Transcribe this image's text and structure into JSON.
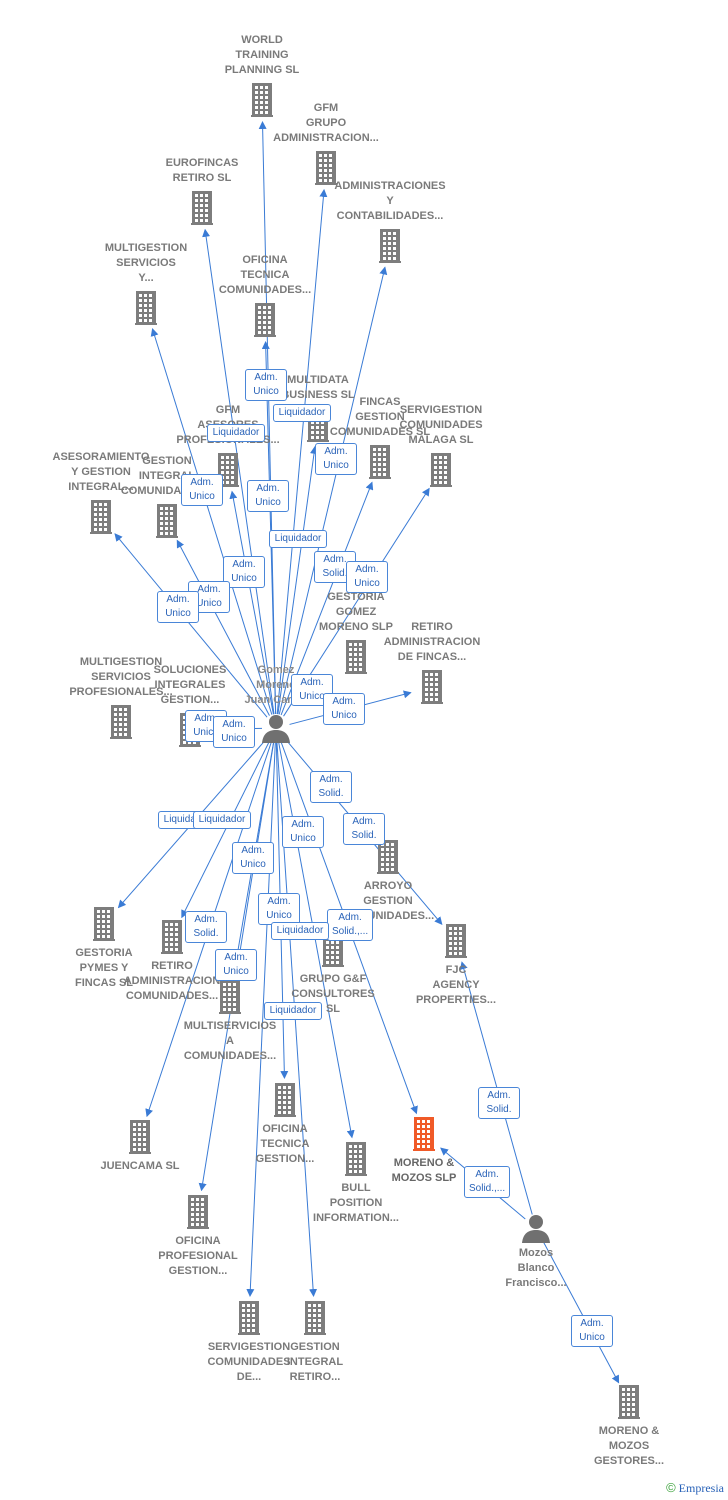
{
  "colors": {
    "edge": "#3a7bd5",
    "building": "#7d7d7d",
    "highlight": "#f05a28",
    "person": "#707070"
  },
  "footer": {
    "copyright": "©",
    "brand": "Empresia"
  },
  "nodes": [
    {
      "id": "world",
      "label": "WORLD\nTRAINING\nPLANNING SL",
      "icon": "building-icon"
    },
    {
      "id": "gfm_grupo",
      "label": "GFM\nGRUPO\nADMINISTRACION...",
      "icon": "building-icon"
    },
    {
      "id": "eurofincas",
      "label": "EUROFINCAS\nRETIRO SL",
      "icon": "building-icon"
    },
    {
      "id": "admin_cont",
      "label": "ADMINISTRACIONES\nY\nCONTABILIDADES...",
      "icon": "building-icon"
    },
    {
      "id": "multig_serv",
      "label": "MULTIGESTION\nSERVICIOS\nY...",
      "icon": "building-icon"
    },
    {
      "id": "oficina_tec_top",
      "label": "OFICINA\nTECNICA\nCOMUNIDADES...",
      "icon": "building-icon"
    },
    {
      "id": "multidata",
      "label": "MULTIDATA\nBUSINESS SL",
      "icon": "building-icon"
    },
    {
      "id": "gfm_asesores",
      "label": "GFM\nASESORES\nPROFESIONALES...",
      "icon": "building-icon"
    },
    {
      "id": "fincas_gestion",
      "label": "FINCAS\nGESTION\nCOMUNIDADES SL",
      "icon": "building-icon"
    },
    {
      "id": "servig_malaga",
      "label": "SERVIGESTION\nCOMUNIDADES\nMALAGA SL",
      "icon": "building-icon"
    },
    {
      "id": "asesoramiento",
      "label": "ASESORAMIENTO\nY GESTION\nINTEGRAL...",
      "icon": "building-icon"
    },
    {
      "id": "gestion_integral_top",
      "label": "GESTION\nINTEGRAL\nCOMUNIDADES...",
      "icon": "building-icon"
    },
    {
      "id": "gestoria_gomez",
      "label": "GESTORIA\nGOMEZ\nMORENO SLP",
      "icon": "building-icon"
    },
    {
      "id": "retiro_admin_fincas",
      "label": "RETIRO\nADMINISTRACION\nDE FINCAS...",
      "icon": "building-icon"
    },
    {
      "id": "multig_prof",
      "label": "MULTIGESTION\nSERVICIOS\nPROFESIONALES...",
      "icon": "building-icon"
    },
    {
      "id": "soluciones",
      "label": "SOLUCIONES\nINTEGRALES\nGESTION...",
      "icon": "building-icon"
    },
    {
      "id": "gomez",
      "label": "Gomez\nMoreno\nJuan Carlos",
      "icon": "person-icon",
      "main": true
    },
    {
      "id": "arroyo",
      "label": "ARROYO\nGESTION\nCOMUNIDADES...",
      "icon": "building-icon"
    },
    {
      "id": "gestoria_pymes",
      "label": "GESTORIA\nPYMES Y\nFINCAS SL",
      "icon": "building-icon"
    },
    {
      "id": "retiro_admin_com",
      "label": "RETIRO\nADMINISTRACION\nCOMUNIDADES...",
      "icon": "building-icon"
    },
    {
      "id": "grupo_gf",
      "label": "GRUPO G&F\nCONSULTORES\nSL",
      "icon": "building-icon"
    },
    {
      "id": "fjc",
      "label": "FJC\nAGENCY\nPROPERTIES...",
      "icon": "building-icon"
    },
    {
      "id": "multiservicios",
      "label": "MULTISERVICIOS\nA\nCOMUNIDADES...",
      "icon": "building-icon"
    },
    {
      "id": "juencama",
      "label": "JUENCAMA SL",
      "icon": "building-icon"
    },
    {
      "id": "oficina_tec_gest",
      "label": "OFICINA\nTECNICA\nGESTION...",
      "icon": "building-icon"
    },
    {
      "id": "moreno_mozos",
      "label": "MORENO &\nMOZOS SLP",
      "icon": "building-icon",
      "highlight": true
    },
    {
      "id": "bull",
      "label": "BULL\nPOSITION\nINFORMATION...",
      "icon": "building-icon"
    },
    {
      "id": "mozos_blanco",
      "label": "Mozos\nBlanco\nFrancisco...",
      "icon": "person-icon"
    },
    {
      "id": "oficina_prof",
      "label": "OFICINA\nPROFESIONAL\nGESTION...",
      "icon": "building-icon"
    },
    {
      "id": "servig_com",
      "label": "SERVIGESTION\nCOMUNIDADES\nDE...",
      "icon": "building-icon"
    },
    {
      "id": "gestion_integral_retiro",
      "label": "GESTION\nINTEGRAL\nRETIRO...",
      "icon": "building-icon"
    },
    {
      "id": "moreno_mozos_gest",
      "label": "MORENO &\nMOZOS\nGESTORES...",
      "icon": "building-icon"
    }
  ],
  "edge_labels": [
    "Adm.\nUnico",
    "Liquidador",
    "Liquidador",
    "Adm.\nUnico",
    "Adm.\nUnico",
    "Adm.\nUnico",
    "Liquidador",
    "Adm.\nSolid.",
    "Adm.\nUnico",
    "Adm.\nUnico",
    "Adm.\nUnico",
    "Adm.\nUnico",
    "Adm.\nUnico",
    "Adm.\nUnico",
    "Adm.\nUnico",
    "Adm.\nUnico",
    "Adm.\nSolid.",
    "Liquidador",
    "Adm.\nUnico",
    "Adm.\nSolid.",
    "Adm.\nUnico",
    "Adm.\nUnico",
    "Adm.\nSolid.",
    "Liquidador",
    "Adm.\nSolid.,...",
    "Adm.\nUnico",
    "Liquidador",
    "Liquidador",
    "Adm.\nSolid.",
    "Adm.\nSolid.,...",
    "Adm.\nUnico"
  ]
}
